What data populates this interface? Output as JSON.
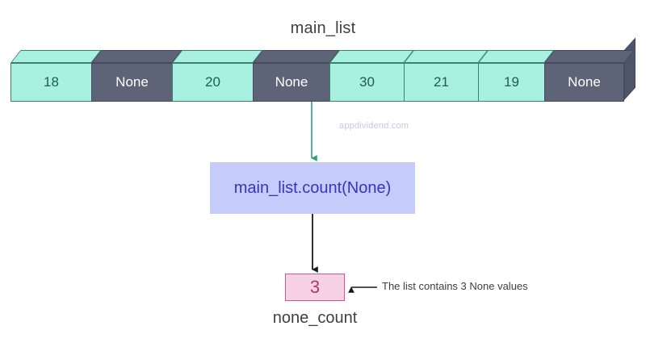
{
  "diagram": {
    "title": "main_list",
    "watermark": "appdividend.com",
    "list": {
      "name": "main_list",
      "cells": [
        {
          "value": "18",
          "kind": "value",
          "width": 100
        },
        {
          "value": "None",
          "kind": "none",
          "width": 100
        },
        {
          "value": "20",
          "kind": "value",
          "width": 100
        },
        {
          "value": "None",
          "kind": "none",
          "width": 95
        },
        {
          "value": "30",
          "kind": "value",
          "width": 92
        },
        {
          "value": "21",
          "kind": "value",
          "width": 92
        },
        {
          "value": "19",
          "kind": "value",
          "width": 82
        },
        {
          "value": "None",
          "kind": "none",
          "width": 99
        }
      ]
    },
    "call_box": {
      "label": "main_list.count(None)"
    },
    "result": {
      "value": "3",
      "label": "none_count"
    },
    "annotation": {
      "text": "The list contains 3 None values"
    },
    "colors": {
      "mint": "#a8f0e0",
      "mint_border": "#3f7f72",
      "mint_text": "#1d5e4f",
      "dark": "#5d6477",
      "dark_border": "#454b5c",
      "dark_text": "#ffffff",
      "call_box_bg": "#c6ccf9",
      "call_box_text": "#3a33c0",
      "result_bg": "#f7d2e4",
      "result_border": "#d6509c",
      "result_text": "#a63a6b",
      "arrow_teal": "#2f9e84",
      "arrow_black": "#1a1a1a",
      "watermark_text": "#c2c9e4",
      "title_text": "#3f3f3f"
    }
  }
}
